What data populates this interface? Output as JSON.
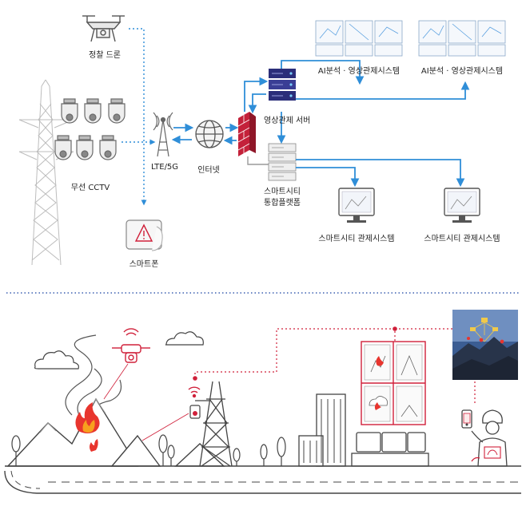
{
  "labels": {
    "drone": "정찰 드론",
    "cctv": "무선 CCTV",
    "lte": "LTE/5G",
    "internet": "인터넷",
    "smartphone": "스마트폰",
    "video_server": "영상관제 서버",
    "smartcity_platform_line1": "스마트시티",
    "smartcity_platform_line2": "통합플랫폼",
    "ai_system_1": "AI분석 · 영상관제시스템",
    "ai_system_2": "AI분석 · 영상관제시스템",
    "smartcity_system_1": "스마트시티 관제시스템",
    "smartcity_system_2": "스마트시티 관제시스템"
  },
  "colors": {
    "network_blue": "#2f8ed8",
    "server_navy": "#2b2e7a",
    "firewall_red": "#c4213a",
    "alert_red": "#d0203a",
    "line_gray": "#8a8a8a",
    "divider_blue": "#3a5fb0"
  }
}
